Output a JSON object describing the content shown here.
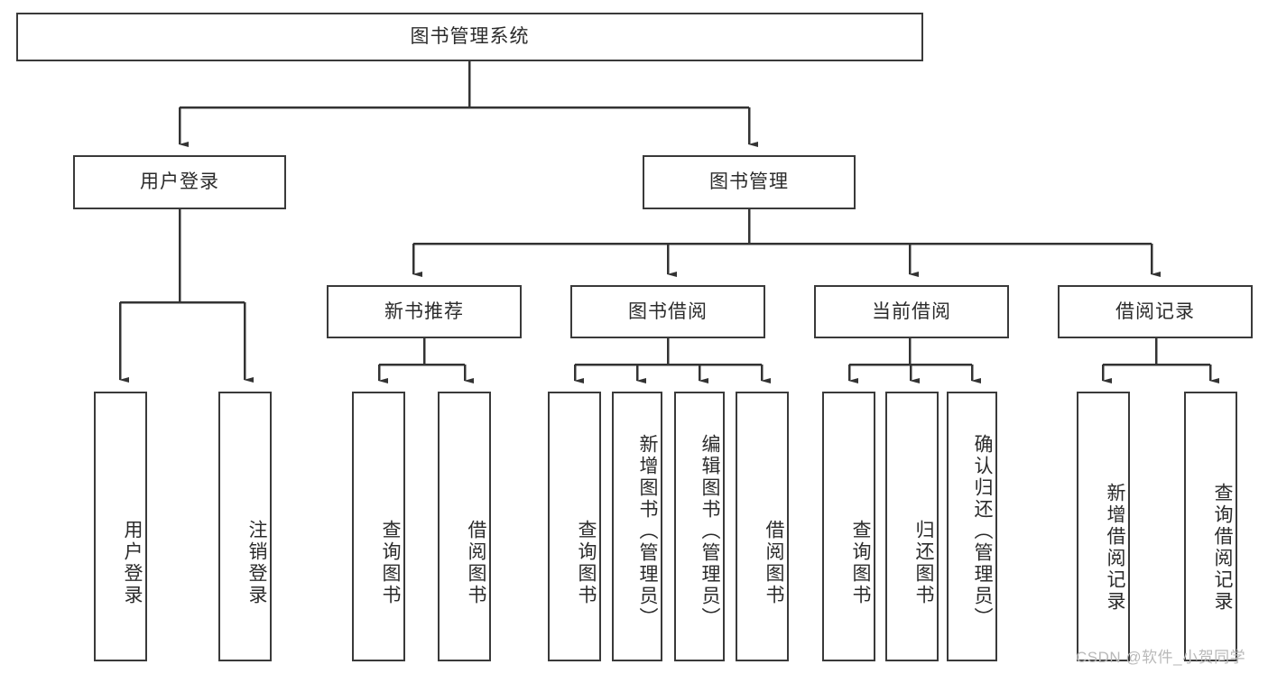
{
  "diagram": {
    "type": "tree",
    "title": "图书管理系统",
    "orientation": "top-down",
    "colors": {
      "box_border": "#3a3a3a",
      "box_fill": "#ffffff",
      "edge": "#333333",
      "text": "#2b2b2b",
      "watermark": "#b9b9b9"
    },
    "nodes": {
      "root": {
        "label": "图书管理系统"
      },
      "level2": [
        {
          "label": "用户登录"
        },
        {
          "label": "图书管理"
        }
      ],
      "level3": [
        {
          "label": "新书推荐"
        },
        {
          "label": "图书借阅"
        },
        {
          "label": "当前借阅"
        },
        {
          "label": "借阅记录"
        }
      ],
      "leaves": {
        "user_login": [
          {
            "label": "用户登录"
          },
          {
            "label": "注销登录"
          }
        ],
        "new_book_recommend": [
          {
            "label": "查询图书"
          },
          {
            "label": "借阅图书"
          }
        ],
        "book_borrow": [
          {
            "label": "查询图书"
          },
          {
            "label": "新增图书（管理员）"
          },
          {
            "label": "编辑图书（管理员）"
          },
          {
            "label": "借阅图书"
          }
        ],
        "current_borrow": [
          {
            "label": "查询图书"
          },
          {
            "label": "归还图书"
          },
          {
            "label": "确认归还（管理员）"
          }
        ],
        "borrow_record": [
          {
            "label": "新增借阅记录"
          },
          {
            "label": "查询借阅记录"
          }
        ]
      }
    },
    "watermark": "CSDN @软件_小贺同学"
  }
}
